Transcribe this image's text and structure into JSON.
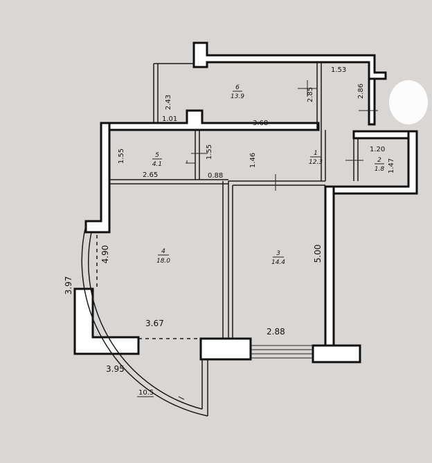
{
  "rooms": [
    {
      "number": "1",
      "area": "12.3"
    },
    {
      "number": "2",
      "area": "1.8"
    },
    {
      "number": "3",
      "area": "14.4"
    },
    {
      "number": "4",
      "area": "18.0"
    },
    {
      "number": "5",
      "area": "4.1"
    },
    {
      "number": "6",
      "area": "13.9"
    }
  ],
  "dimensions": {
    "room6_top_right": "1.53",
    "room6_left_height": "2.43",
    "room6_right_height": "2.85",
    "room6_far_right_height": "2.86",
    "room6_bottom_left": "1.01",
    "room6_bottom_right": "3.68",
    "room5_height": "1.55",
    "room5_height_right": "1.55",
    "room5_width": "2.65",
    "corridor_height": "1.46",
    "passage_width": "0.88",
    "room2_width": "1.20",
    "room2_height": "1.47",
    "room4_height": "4.90",
    "room3_height": "5.00",
    "bay_height": "3.97",
    "room4_width": "3.67",
    "room3_width": "2.88",
    "bay_width": "3.95",
    "balcony_area": "10.5"
  }
}
